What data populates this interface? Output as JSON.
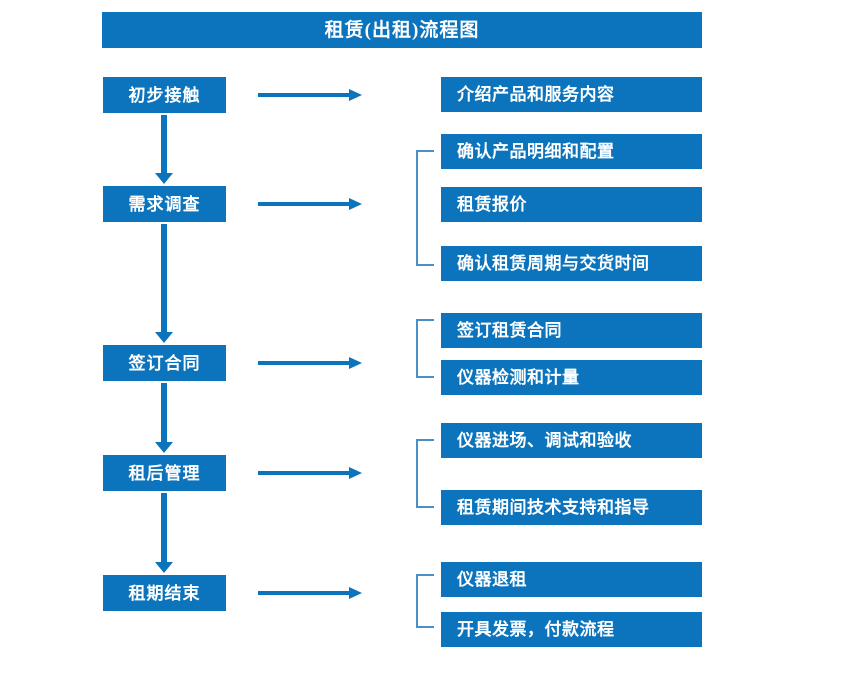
{
  "title": {
    "text": "租赁(出租)流程图"
  },
  "colors": {
    "box_blue": "#0b74bd",
    "box_text": "#ffffff",
    "arrow_blue": "#0b74bd",
    "bracket_blue": "#4a90c8",
    "background": "#ffffff"
  },
  "stages": [
    {
      "label": "初步接触"
    },
    {
      "label": "需求调查"
    },
    {
      "label": "签订合同"
    },
    {
      "label": "租后管理"
    },
    {
      "label": "租期结束"
    }
  ],
  "details": [
    {
      "label": "介绍产品和服务内容"
    },
    {
      "label": "确认产品明细和配置"
    },
    {
      "label": "租赁报价"
    },
    {
      "label": "确认租赁周期与交货时间"
    },
    {
      "label": "签订租赁合同"
    },
    {
      "label": "仪器检测和计量"
    },
    {
      "label": "仪器进场、调试和验收"
    },
    {
      "label": "租赁期间技术支持和指导"
    },
    {
      "label": "仪器退租"
    },
    {
      "label": "开具发票，付款流程"
    }
  ],
  "chart_data": {
    "type": "diagram",
    "diagram_kind": "flowchart",
    "title": "租赁(出租)流程图",
    "orientation": "vertical-with-side-branches",
    "nodes": [
      {
        "id": "stage-1",
        "label": "初步接触",
        "column": "left",
        "branches": [
          "介绍产品和服务内容"
        ]
      },
      {
        "id": "stage-2",
        "label": "需求调查",
        "column": "left",
        "branches": [
          "确认产品明细和配置",
          "租赁报价",
          "确认租赁周期与交货时间"
        ]
      },
      {
        "id": "stage-3",
        "label": "签订合同",
        "column": "left",
        "branches": [
          "签订租赁合同",
          "仪器检测和计量"
        ]
      },
      {
        "id": "stage-4",
        "label": "租后管理",
        "column": "left",
        "branches": [
          "仪器进场、调试和验收",
          "租赁期间技术支持和指导"
        ]
      },
      {
        "id": "stage-5",
        "label": "租期结束",
        "column": "left",
        "branches": [
          "仪器退租",
          "开具发票，付款流程"
        ]
      }
    ],
    "edges": [
      {
        "from": "初步接触",
        "to": "需求调查",
        "type": "vertical-arrow"
      },
      {
        "from": "需求调查",
        "to": "签订合同",
        "type": "vertical-arrow"
      },
      {
        "from": "签订合同",
        "to": "租后管理",
        "type": "vertical-arrow"
      },
      {
        "from": "租后管理",
        "to": "租期结束",
        "type": "vertical-arrow"
      },
      {
        "from": "初步接触",
        "to": "介绍产品和服务内容",
        "type": "horizontal-arrow"
      },
      {
        "from": "需求调查",
        "to": "确认产品明细和配置/租赁报价/确认租赁周期与交货时间",
        "type": "horizontal-arrow"
      },
      {
        "from": "签订合同",
        "to": "签订租赁合同/仪器检测和计量",
        "type": "horizontal-arrow"
      },
      {
        "from": "租后管理",
        "to": "仪器进场、调试和验收/租赁期间技术支持和指导",
        "type": "horizontal-arrow"
      },
      {
        "from": "租期结束",
        "to": "仪器退租/开具发票，付款流程",
        "type": "horizontal-arrow"
      }
    ]
  }
}
